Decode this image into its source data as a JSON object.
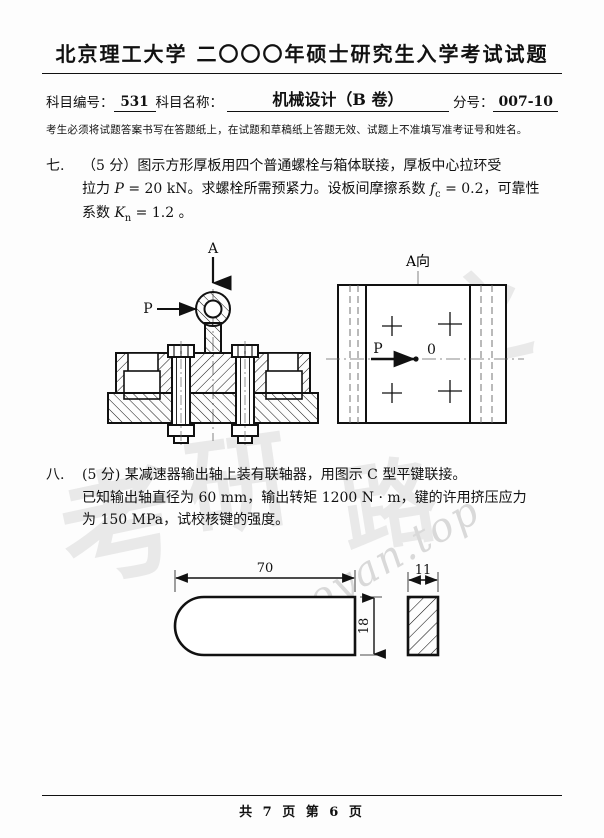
{
  "header": {
    "title": "北京理工大学  二〇〇〇年硕士研究生入学考试试题",
    "subject_code_label": "科目编号：",
    "subject_code_value": "531",
    "subject_name_label": "科目名称：",
    "subject_name_value": "机械设计（B 卷）",
    "serial_label": "分号：",
    "serial_value": "007-10",
    "notice": "考生必须将试题答案书写在答题纸上，在试题和草稿纸上答题无效、试题上不准填写准考证号和姓名。"
  },
  "problem7": {
    "number": "七.",
    "score": "（5 分）",
    "line1_rest": "图示方形厚板用四个普通螺栓与箱体联接，厚板中心拉环受",
    "line2": "拉力 P = 20 kN。求螺栓所需预紧力。设板间摩擦系数 f_c = 0.2，可靠性",
    "line2_a": "拉力 ",
    "line2_p": "P",
    "line2_b": " = 20 kN。求螺栓所需预紧力。设板间摩擦系数 ",
    "line2_f": "f",
    "line2_fsub": "c",
    "line2_c": " = 0.2，可靠性",
    "line3_a": "系数 ",
    "line3_k": "K",
    "line3_ksub": "n",
    "line3_b": " = 1.2 。"
  },
  "figure1": {
    "view_arrow_label": "A",
    "view_direction_label": "A向",
    "force_label_left": "P",
    "force_label_right": "P",
    "center_label": "0"
  },
  "problem8": {
    "number": "八.",
    "score": "(5 分)",
    "line1_rest": "某减速器输出轴上装有联轴器，用图示 C 型平键联接。",
    "line2": "已知输出轴直径为 60 mm，输出转矩 1200 N · m，键的许用挤压应力",
    "line3": "为 150 MPa，试校核键的强度。"
  },
  "figure2": {
    "length_dim": "70",
    "height_dim": "18",
    "width_dim": "11"
  },
  "footer": {
    "text": "共 7 页 第 6 页"
  },
  "watermark": {
    "url": "kaoyan.top",
    "char1": "考",
    "char2": "研",
    "char3": "之",
    "char4": "路"
  },
  "colors": {
    "ink": "#111111",
    "watermark": "#e9e9e9",
    "paper": "#fdfdfd"
  }
}
